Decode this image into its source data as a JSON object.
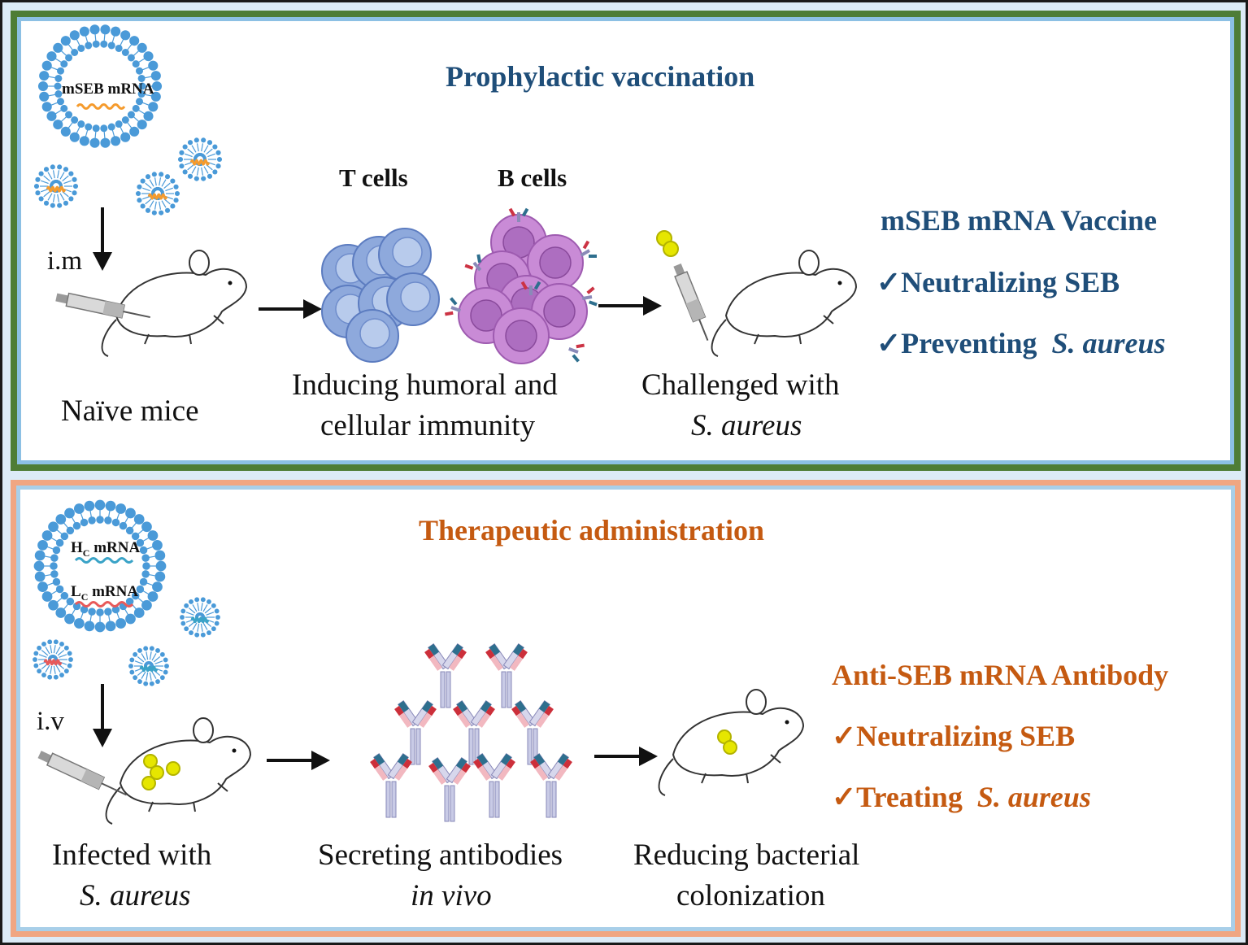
{
  "prophylactic": {
    "title": "Prophylactic vaccination",
    "lnp_label": "mSEB mRNA",
    "route": "i.m",
    "t_cells": "T cells",
    "b_cells": "B cells",
    "cap_naive": "Naïve mice",
    "cap_inducing_1": "Inducing humoral and",
    "cap_inducing_2": "cellular immunity",
    "cap_challenged_1": "Challenged with",
    "cap_challenged_2": "S. aureus",
    "vaccine_name": "mSEB mRNA Vaccine",
    "benefit_1": "✓Neutralizing SEB",
    "benefit_2_prefix": "✓Preventing",
    "benefit_2_species": "S. aureus",
    "colors": {
      "title": "#1f4e79",
      "frame_outer": "#4e7d36",
      "frame_inner": "#8cc0e4"
    }
  },
  "therapeutic": {
    "title": "Therapeutic administration",
    "lnp_label_h": "H",
    "lnp_label_h_sub": "C",
    "lnp_label_h_rest": " mRNA",
    "lnp_label_l": "L",
    "lnp_label_l_sub": "C",
    "lnp_label_l_rest": " mRNA",
    "route": "i.v",
    "cap_infected_1": "Infected with",
    "cap_infected_2": "S. aureus",
    "cap_secreting_1": "Secreting antibodies",
    "cap_secreting_2": "in vivo",
    "cap_reducing_1": "Reducing bacterial",
    "cap_reducing_2": "colonization",
    "antibody_name": "Anti-SEB mRNA Antibody",
    "benefit_1": "✓Neutralizing SEB",
    "benefit_2_prefix": "✓Treating",
    "benefit_2_species": "S. aureus",
    "colors": {
      "title": "#c55a11",
      "frame_outer": "#f0a682",
      "frame_inner": "#a8cfe9"
    }
  },
  "icons": [
    "lipid-nanoparticle-icon",
    "mouse-icon",
    "syringe-icon",
    "t-cell-icon",
    "b-cell-icon",
    "antibody-icon",
    "bacteria-icon",
    "arrow-icon"
  ],
  "colors": {
    "lipid_head": "#4a9ad8",
    "t_cell": "#8ea9dc",
    "b_cell": "#c98bd6",
    "bacteria": "#e6e600",
    "mrna": "#f59b2d"
  }
}
